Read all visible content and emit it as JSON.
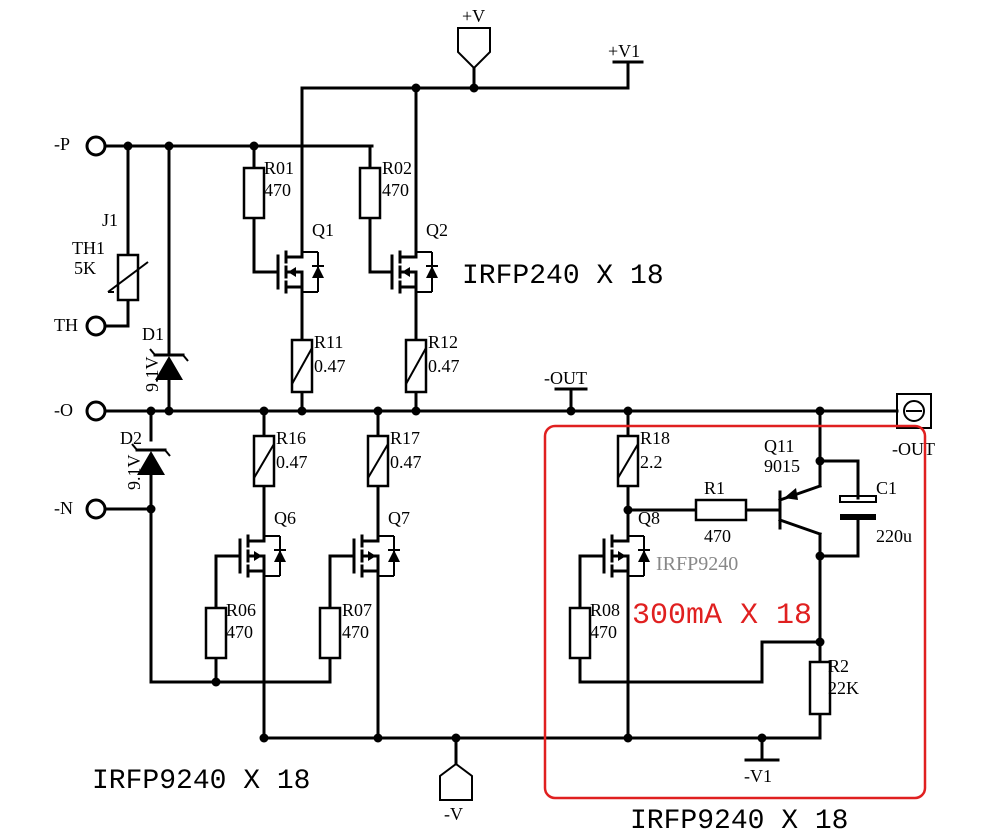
{
  "supplies": {
    "pos_v": "+V",
    "pos_v1": "+V1",
    "neg_v": "-V",
    "neg_v1": "-V1"
  },
  "terminals": {
    "p": "-P",
    "th": "TH",
    "o": "-O",
    "n": "-N",
    "out_top": "-OUT",
    "out_right": "-OUT"
  },
  "components": {
    "j1": "J1",
    "th1": "TH1",
    "th1_val": "5K",
    "d1": "D1",
    "d1_val": "9.1V",
    "d2": "D2",
    "d2_val": "9.1V",
    "r01": "R01",
    "r01_val": "470",
    "r02": "R02",
    "r02_val": "470",
    "q1": "Q1",
    "q2": "Q2",
    "r11": "R11",
    "r11_val": "0.47",
    "r12": "R12",
    "r12_val": "0.47",
    "r16": "R16",
    "r16_val": "0.47",
    "r17": "R17",
    "r17_val": "0.47",
    "q6": "Q6",
    "q7": "Q7",
    "r06": "R06",
    "r06_val": "470",
    "r07": "R07",
    "r07_val": "470",
    "r18": "R18",
    "r18_val": "2.2",
    "r1": "R1",
    "r1_val": "470",
    "q11": "Q11",
    "q11_val": "9015",
    "c1": "C1",
    "c1_val": "220u",
    "q8": "Q8",
    "q8_val": "IRFP9240",
    "r08": "R08",
    "r08_val": "470",
    "r2": "R2",
    "r2_val": "22K"
  },
  "notes": {
    "top_group": "IRFP240  X  18",
    "bottom_group": "IRFP9240  X  18",
    "current_source": "300mA  X  18",
    "current_group": "IRFP9240  X  18"
  },
  "colors": {
    "highlight": "#e02020",
    "wire": "#000000",
    "muted": "#888888"
  }
}
